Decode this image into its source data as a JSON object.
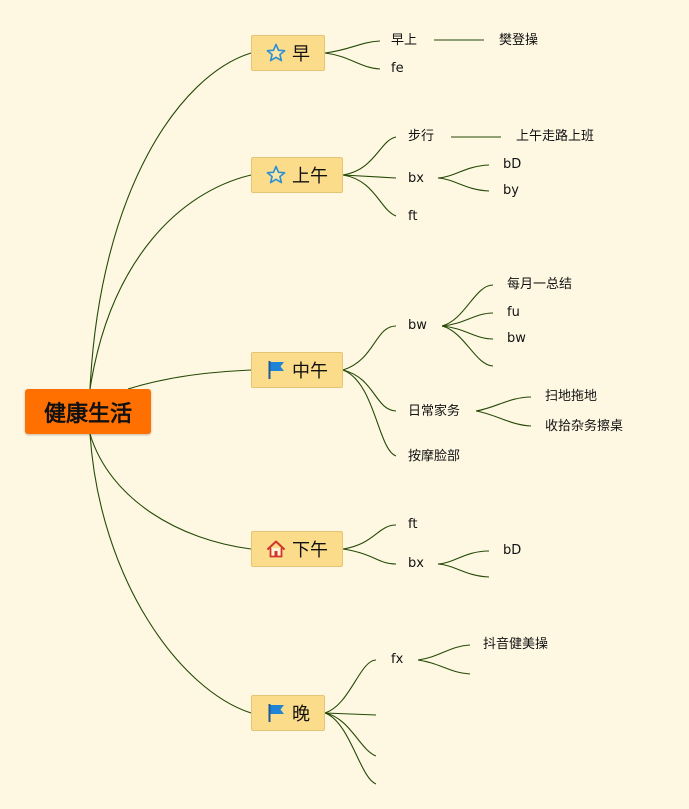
{
  "root": {
    "label": "健康生活"
  },
  "branches": [
    {
      "label": "早",
      "icon": "star-icon"
    },
    {
      "label": "上午",
      "icon": "star-icon"
    },
    {
      "label": "中午",
      "icon": "flag-icon"
    },
    {
      "label": "下午",
      "icon": "house-icon"
    },
    {
      "label": "晚",
      "icon": "flag-icon"
    }
  ],
  "leaves": {
    "zao_1": "早上",
    "zao_1_1": "樊登操",
    "zao_2": "fe",
    "sw_1": "步行",
    "sw_1_1": "上午走路上班",
    "sw_2": "bx",
    "sw_2_1": "bD",
    "sw_2_2": "by",
    "sw_3": "ft",
    "zw_1": "bw",
    "zw_1_1": "每月一总结",
    "zw_1_2": "fu",
    "zw_1_3": "bw",
    "zw_2": "日常家务",
    "zw_2_1": "扫地拖地",
    "zw_2_2": "收拾杂务擦桌",
    "zw_3": "按摩脸部",
    "xw_1": "ft",
    "xw_2": "bx",
    "xw_2_1": "bD",
    "wan_1": "fx",
    "wan_1_1": "抖音健美操"
  },
  "colors": {
    "background": "#fef8e3",
    "root": "#ff7000",
    "branch": "#fbdc8a",
    "line": "#244a05"
  }
}
